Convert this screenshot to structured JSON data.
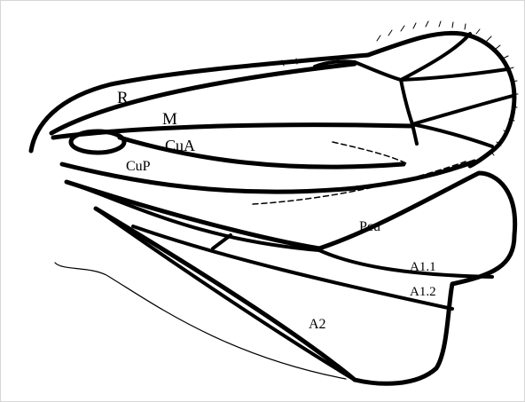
{
  "labels": {
    "r": "R",
    "m": "M",
    "cua": "CuA",
    "cup": "CuP",
    "pcu": "Pcu",
    "a11": "A1.1",
    "a12": "A1.2",
    "a2": "A2"
  }
}
